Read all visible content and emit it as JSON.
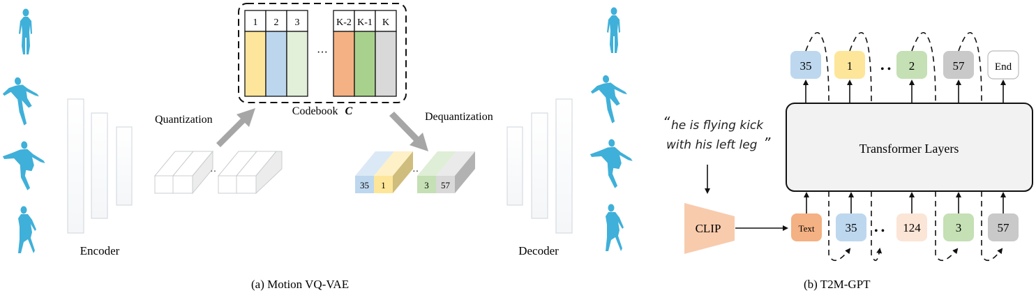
{
  "panel_a": {
    "caption": "(a) Motion VQ-VAE",
    "encoder_label": "Encoder",
    "decoder_label": "Decoder",
    "quantization_label": "Quantization",
    "dequantization_label": "Dequantization",
    "codebook": {
      "label": "Codebook",
      "symbol": "C",
      "ellipsis": "···",
      "entries": [
        {
          "index": "1",
          "color": "#fde59b"
        },
        {
          "index": "2",
          "color": "#bcd6ee"
        },
        {
          "index": "3",
          "color": "#e2efd9"
        },
        {
          "index": "K-2",
          "color": "#f4b183"
        },
        {
          "index": "K-1",
          "color": "#a9d18e"
        },
        {
          "index": "K",
          "color": "#d9d9d9"
        }
      ]
    },
    "latent_ellipsis": "··",
    "quantized_tokens": [
      {
        "value": "35",
        "color": "#bdd7ee"
      },
      {
        "value": "1",
        "color": "#fde699"
      },
      {
        "value": "3",
        "color": "#c5e0b4"
      },
      {
        "value": "57",
        "color": "#d9d9d9"
      }
    ],
    "human_color": "#3fb0d9"
  },
  "panel_b": {
    "caption": "(b) T2M-GPT",
    "prompt_line1": "he is flying kick",
    "prompt_line2": "with his left leg",
    "clip_label": "CLIP",
    "transformer_label": "Transformer Layers",
    "ellipsis": "• •",
    "output_tokens": [
      {
        "value": "35",
        "color": "#bdd7ee"
      },
      {
        "value": "1",
        "color": "#fde699"
      },
      {
        "value": "2",
        "color": "#c5e0b4"
      },
      {
        "value": "57",
        "color": "#c9c9c9"
      },
      {
        "value": "End",
        "color": "#ffffff"
      }
    ],
    "input_tokens": [
      {
        "value": "Text",
        "color": "#f4b183"
      },
      {
        "value": "35",
        "color": "#bdd7ee"
      },
      {
        "value": "124",
        "color": "#fbe5d6"
      },
      {
        "value": "3",
        "color": "#c5e0b4"
      },
      {
        "value": "57",
        "color": "#c9c9c9"
      }
    ]
  }
}
